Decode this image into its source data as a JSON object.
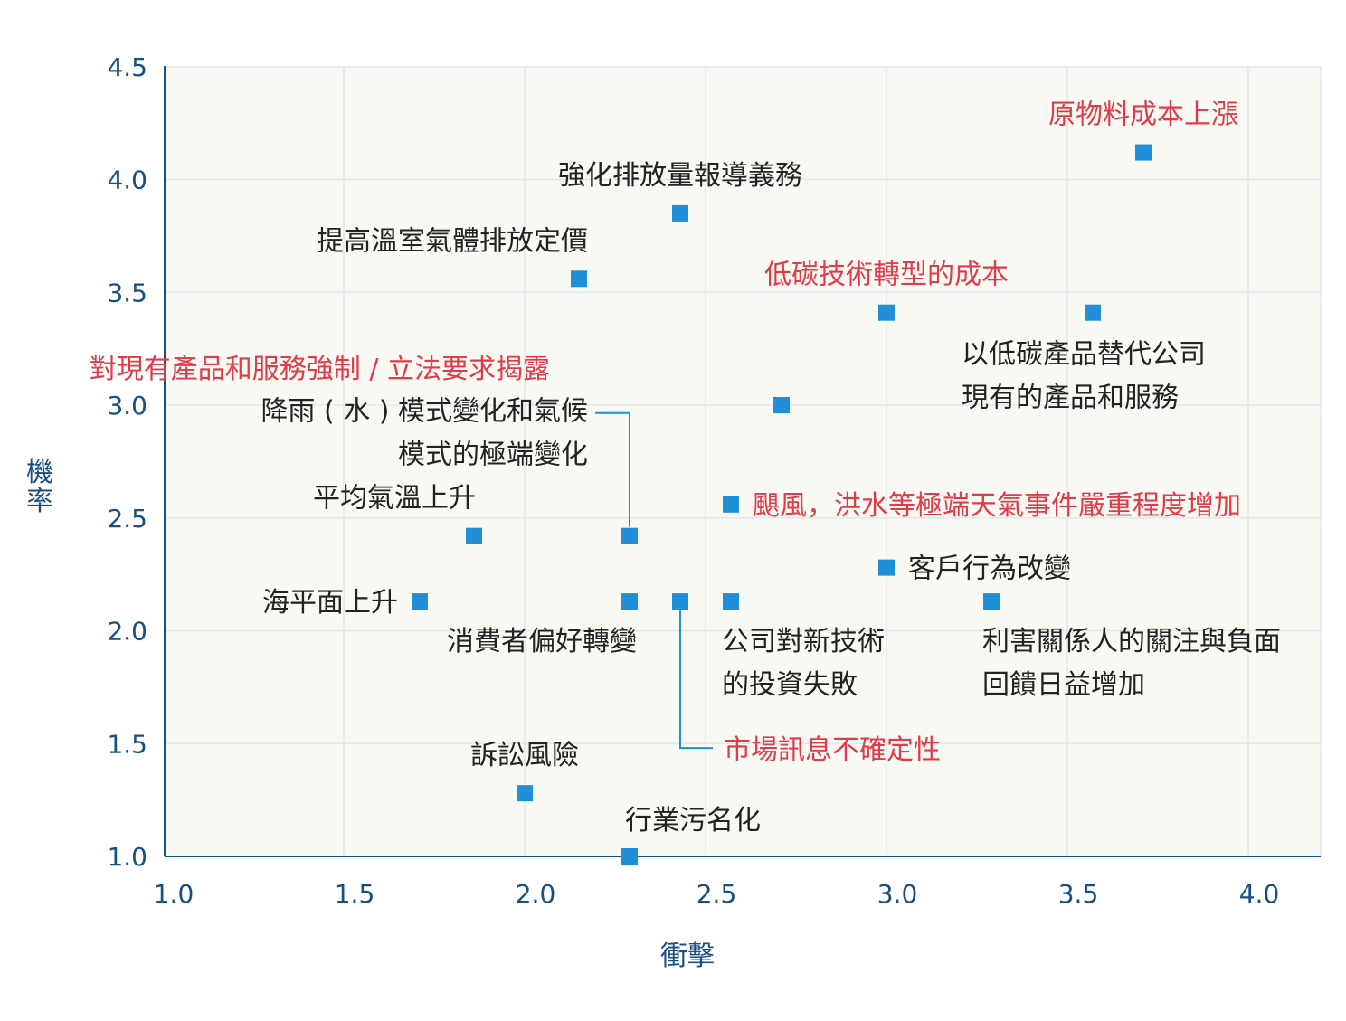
{
  "chart_data": {
    "type": "scatter",
    "title": "",
    "xlabel": "衝擊",
    "ylabel": "機率",
    "xlim": [
      1.0,
      4.2
    ],
    "ylim": [
      1.0,
      4.5
    ],
    "x_ticks": [
      "1.0",
      "1.5",
      "2.0",
      "2.5",
      "3.0",
      "3.5",
      "4.0"
    ],
    "y_ticks": [
      "1.0",
      "1.5",
      "2.0",
      "2.5",
      "3.0",
      "3.5",
      "4.0",
      "4.5"
    ],
    "grid": true,
    "colors": {
      "marker": "#1e8fd8",
      "axis": "#1a4f82",
      "plot_bg": "#f8f9f3",
      "grid": "#e4e8ec",
      "highlight_text": "#e23a48",
      "normal_text": "#222222",
      "leader": "#1e8fd8"
    },
    "points": [
      {
        "x": 3.71,
        "y": 4.12,
        "label_lines": [
          "原物料成本上漲"
        ],
        "highlight": true
      },
      {
        "x": 2.43,
        "y": 3.85,
        "label_lines": [
          "強化排放量報導義務"
        ],
        "highlight": false
      },
      {
        "x": 2.15,
        "y": 3.56,
        "label_lines": [
          "提高溫室氣體排放定價"
        ],
        "highlight": false
      },
      {
        "x": 3.0,
        "y": 3.41,
        "label_lines": [
          "低碳技術轉型的成本"
        ],
        "highlight": true
      },
      {
        "x": 3.57,
        "y": 3.41,
        "label_lines": [
          "以低碳產品替代公司",
          "現有的產品和服務"
        ],
        "highlight": false
      },
      {
        "x": 2.71,
        "y": 3.0,
        "label_lines": [
          "對現有產品和服務強制 / 立法要求揭露"
        ],
        "highlight": true
      },
      {
        "x": 2.29,
        "y": 2.42,
        "label_lines": [
          "降雨 ( 水 ) 模式變化和氣候",
          "模式的極端變化"
        ],
        "highlight": false
      },
      {
        "x": 1.86,
        "y": 2.42,
        "label_lines": [
          "平均氣溫上升"
        ],
        "highlight": false
      },
      {
        "x": 2.57,
        "y": 2.56,
        "label_lines": [
          "颶風，洪水等極端天氣事件嚴重程度增加"
        ],
        "highlight": true
      },
      {
        "x": 3.0,
        "y": 2.28,
        "label_lines": [
          "客戶行為改變"
        ],
        "highlight": false
      },
      {
        "x": 1.71,
        "y": 2.13,
        "label_lines": [
          "海平面上升"
        ],
        "highlight": false
      },
      {
        "x": 2.29,
        "y": 2.13,
        "label_lines": [
          "消費者偏好轉變"
        ],
        "highlight": false
      },
      {
        "x": 2.43,
        "y": 2.13,
        "label_lines": [
          "市場訊息不確定性"
        ],
        "highlight": true
      },
      {
        "x": 2.57,
        "y": 2.13,
        "label_lines": [
          "公司對新技術",
          "的投資失敗"
        ],
        "highlight": false
      },
      {
        "x": 3.29,
        "y": 2.13,
        "label_lines": [
          "利害關係人的關注與負面",
          "回饋日益增加"
        ],
        "highlight": false
      },
      {
        "x": 2.0,
        "y": 1.28,
        "label_lines": [
          "訴訟風險"
        ],
        "highlight": false
      },
      {
        "x": 2.29,
        "y": 1.0,
        "label_lines": [
          "行業污名化"
        ],
        "highlight": false
      }
    ]
  }
}
